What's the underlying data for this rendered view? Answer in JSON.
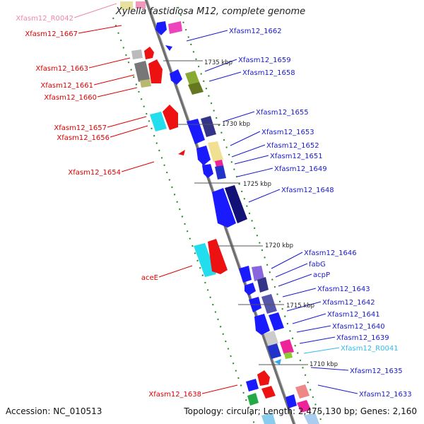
{
  "title": "Xylella fastidiosa M12, complete genome",
  "footer": {
    "accession": "Accession: NC_010513",
    "summary": "Topology: circular; Length: 2,475,130 bp; Genes: 2,160"
  },
  "colors": {
    "reverse_label": "#dd0000",
    "forward_label": "#1a1acc",
    "rna_label_reverse": "#ee88aa",
    "rna_label_forward": "#33bbee",
    "backbone": "#777777",
    "track_dots": "#228822"
  },
  "ticks": [
    {
      "label": "1735 kbp"
    },
    {
      "label": "1730 kbp"
    },
    {
      "label": "1725 kbp"
    },
    {
      "label": "1720 kbp"
    },
    {
      "label": "1715 kbp"
    },
    {
      "label": "1710 kbp"
    }
  ],
  "gene_labels": [
    {
      "text": "Xfasm12_R0042",
      "strand": "reverse",
      "rna": true
    },
    {
      "text": "Xfasm12_1667",
      "strand": "reverse"
    },
    {
      "text": "Xfasm12_1663",
      "strand": "reverse"
    },
    {
      "text": "Xfasm12_1661",
      "strand": "reverse"
    },
    {
      "text": "Xfasm12_1660",
      "strand": "reverse"
    },
    {
      "text": "Xfasm12_1657",
      "strand": "reverse"
    },
    {
      "text": "Xfasm12_1656",
      "strand": "reverse"
    },
    {
      "text": "Xfasm12_1654",
      "strand": "reverse"
    },
    {
      "text": "aceE",
      "strand": "reverse"
    },
    {
      "text": "Xfasm12_1638",
      "strand": "reverse"
    },
    {
      "text": "Xfasm12_1662",
      "strand": "forward"
    },
    {
      "text": "Xfasm12_1659",
      "strand": "forward"
    },
    {
      "text": "Xfasm12_1658",
      "strand": "forward"
    },
    {
      "text": "Xfasm12_1655",
      "strand": "forward"
    },
    {
      "text": "Xfasm12_1653",
      "strand": "forward"
    },
    {
      "text": "Xfasm12_1652",
      "strand": "forward"
    },
    {
      "text": "Xfasm12_1651",
      "strand": "forward"
    },
    {
      "text": "Xfasm12_1649",
      "strand": "forward"
    },
    {
      "text": "Xfasm12_1648",
      "strand": "forward"
    },
    {
      "text": "Xfasm12_1646",
      "strand": "forward"
    },
    {
      "text": "fabG",
      "strand": "forward"
    },
    {
      "text": "acpP",
      "strand": "forward"
    },
    {
      "text": "Xfasm12_1643",
      "strand": "forward"
    },
    {
      "text": "Xfasm12_1642",
      "strand": "forward"
    },
    {
      "text": "Xfasm12_1641",
      "strand": "forward"
    },
    {
      "text": "Xfasm12_1640",
      "strand": "forward"
    },
    {
      "text": "Xfasm12_1639",
      "strand": "forward"
    },
    {
      "text": "Xfasm12_R0041",
      "strand": "forward",
      "rna": true
    },
    {
      "text": "Xfasm12_1635",
      "strand": "forward"
    },
    {
      "text": "Xfasm12_1633",
      "strand": "forward"
    }
  ]
}
